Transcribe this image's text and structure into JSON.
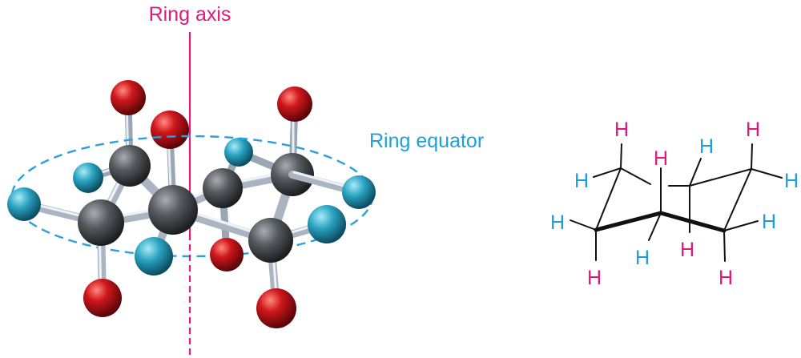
{
  "labels": {
    "ring_axis": "Ring axis",
    "ring_equator": "Ring equator"
  },
  "hydrogen_symbol": "H",
  "colors": {
    "axial": "#e0197d",
    "equatorial": "#1e9fdc",
    "carbon": "#4a4d50",
    "axial_atom": "#c8151b",
    "equatorial_atom": "#2fa3c4",
    "bond": "#c9d2dc"
  }
}
